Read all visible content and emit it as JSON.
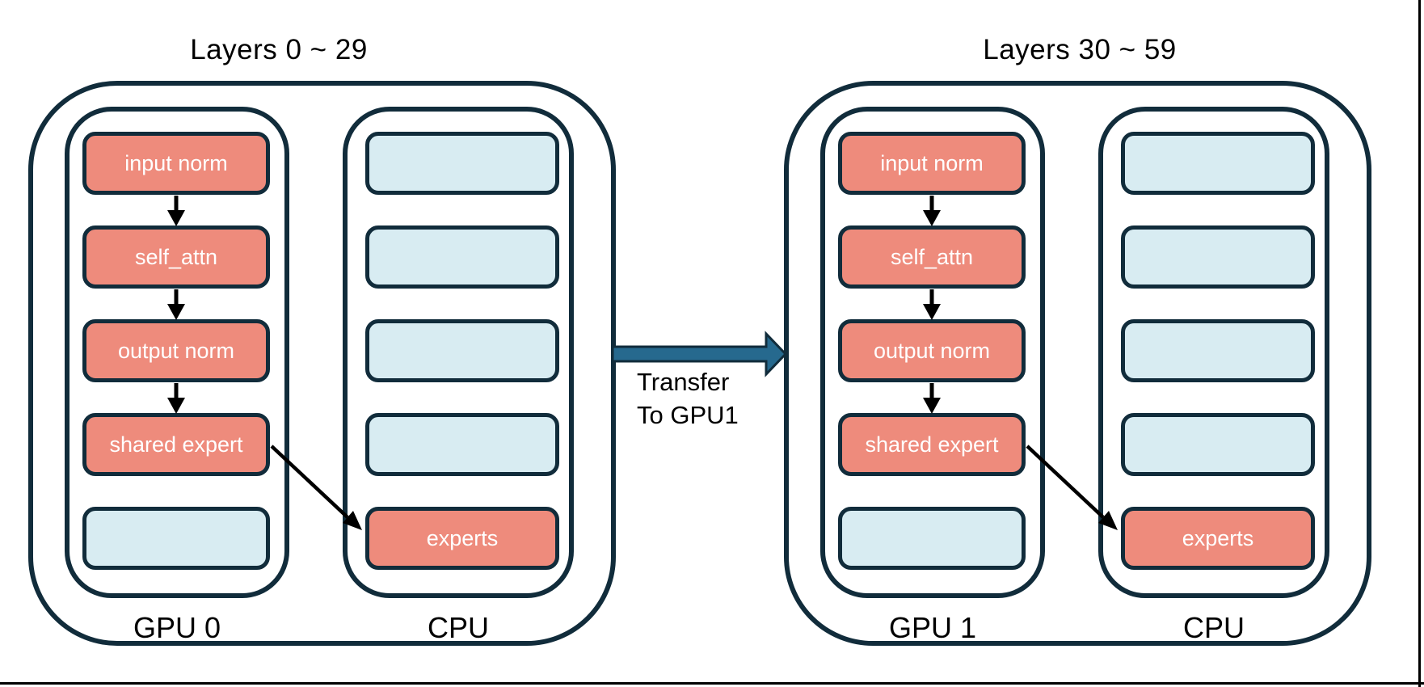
{
  "diagram": {
    "left_group": {
      "title": "Layers 0 ~ 29",
      "gpu": {
        "label": "GPU 0",
        "modules": [
          "input norm",
          "self_attn",
          "output norm",
          "shared expert",
          ""
        ]
      },
      "cpu": {
        "label": "CPU",
        "modules": [
          "",
          "",
          "",
          "",
          "experts"
        ]
      }
    },
    "right_group": {
      "title": "Layers 30 ~ 59",
      "gpu": {
        "label": "GPU 1",
        "modules": [
          "input norm",
          "self_attn",
          "output norm",
          "shared expert",
          ""
        ]
      },
      "cpu": {
        "label": "CPU",
        "modules": [
          "",
          "",
          "",
          "",
          "experts"
        ]
      }
    },
    "transfer": {
      "line1": "Transfer",
      "line2": "To GPU1"
    },
    "colors": {
      "outline": "#112c3b",
      "module_active": "#ee8b7c",
      "module_idle": "#d8ecf2",
      "transfer_arrow": "#26698e",
      "flow_arrow": "#000000",
      "text_on_module": "#ffffff",
      "text_default": "#000000"
    }
  }
}
